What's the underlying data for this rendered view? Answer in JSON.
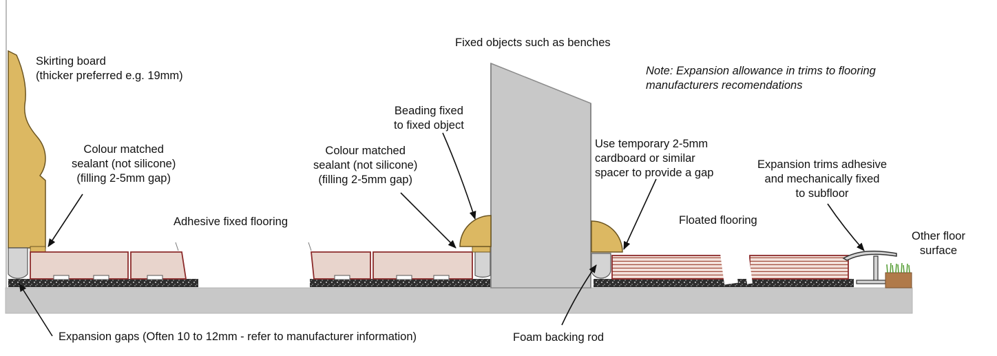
{
  "labels": {
    "skirting_board": "Skirting board\n(thicker preferred e.g. 19mm)",
    "sealant_left": "Colour matched\nsealant (not silicone)\n(filling 2-5mm gap)",
    "adhesive_flooring": "Adhesive fixed flooring",
    "sealant_center": "Colour matched\nsealant (not silicone)\n(filling 2-5mm gap)",
    "beading": "Beading fixed\nto fixed object",
    "fixed_objects": "Fixed objects such as benches",
    "note": "Note: Expansion allowance in trims to flooring\nmanufacturers recomendations",
    "spacer": "Use temporary 2-5mm\ncardboard or similar\nspacer to provide a gap",
    "expansion_trims": "Expansion trims adhesive\nand mechanically fixed\nto subfloor",
    "floated_flooring": "Floated flooring",
    "other_floor": "Other floor\nsurface",
    "expansion_gaps": "Expansion gaps (Often 10 to 12mm - refer to manufacturer information)",
    "foam_rod": "Foam backing rod"
  },
  "colors": {
    "wood": "#dcb862",
    "board": "#e8d4cc",
    "board_edge": "#8b2a2a",
    "floated": "#b86a5a",
    "slab": "#c8c8c8",
    "underlay": "#2e2e2e",
    "foam": "#d4d4d4",
    "grass": "#5aa03a",
    "soil": "#b07a4a"
  }
}
